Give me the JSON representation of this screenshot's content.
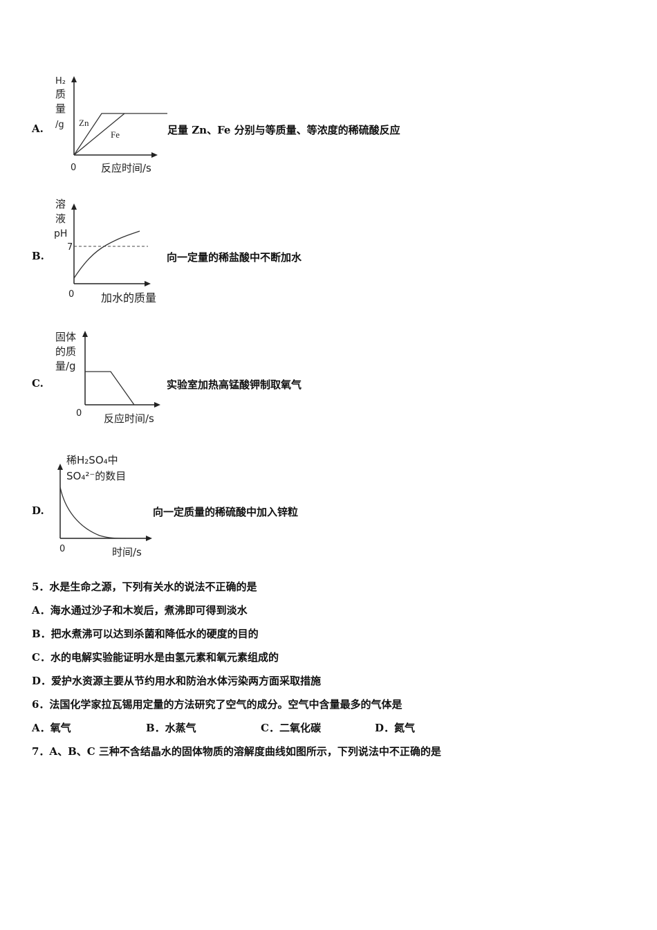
{
  "options": [
    {
      "letter": "A.",
      "description": "足量 Zn、Fe 分别与等质量、等浓度的稀硫酸反应",
      "graph": {
        "ylabel": [
          "H₂",
          "质",
          "量",
          "/g"
        ],
        "origin": "0",
        "xlabel": "反应时间/s",
        "series": [
          "Zn",
          "Fe"
        ]
      }
    },
    {
      "letter": "B.",
      "description": "向一定量的稀盐酸中不断加水",
      "graph": {
        "ylabel": [
          "溶",
          "液",
          "pH"
        ],
        "origin": "0",
        "xlabel": "加水的质量",
        "ref_tick": "7"
      }
    },
    {
      "letter": "C.",
      "description": "实验室加热高锰酸钾制取氧气",
      "graph": {
        "ylabel": [
          "固体",
          "的质",
          "量/g"
        ],
        "origin": "0",
        "xlabel": "反应时间/s"
      }
    },
    {
      "letter": "D.",
      "description": "向一定质量的稀硫酸中加入锌粒",
      "graph": {
        "ylabel_line1": "稀H₂SO₄中",
        "ylabel_line2": "SO₄²⁻的数目",
        "origin": "0",
        "xlabel": "时间/s"
      }
    }
  ],
  "questions": {
    "q5": {
      "stem": "5．水是生命之源，下列有关水的说法不正确的是",
      "choices": [
        "A．海水通过沙子和木炭后，煮沸即可得到淡水",
        "B．把水煮沸可以达到杀菌和降低水的硬度的目的",
        "C．水的电解实验能证明水是由氢元素和氧元素组成的",
        "D．爱护水资源主要从节约用水和防治水体污染两方面采取措施"
      ]
    },
    "q6": {
      "stem": "6．法国化学家拉瓦锡用定量的方法研究了空气的成分。空气中含量最多的气体是",
      "choices": [
        "A．氧气",
        "B．水蒸气",
        "C．二氧化碳",
        "D．氮气"
      ]
    },
    "q7": {
      "stem": "7．A、B、C 三种不含结晶水的固体物质的溶解度曲线如图所示，下列说法中不正确的是"
    }
  }
}
